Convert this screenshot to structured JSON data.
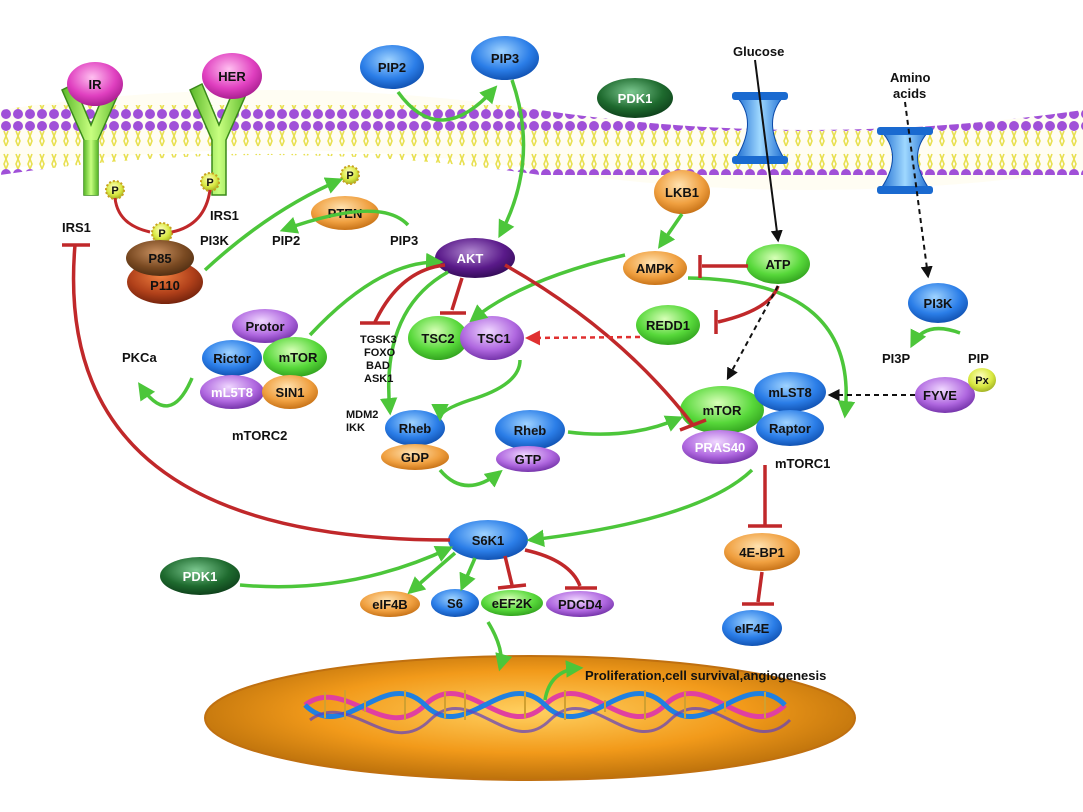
{
  "nodes": {
    "ir": "IR",
    "her": "HER",
    "pip2_top": "PIP2",
    "pip3_top": "PIP3",
    "pdk1_top": "PDK1",
    "p85": "P85",
    "p110": "P110",
    "pten": "PTEN",
    "akt": "AKT",
    "lkb1": "LKB1",
    "ampk": "AMPK",
    "atp": "ATP",
    "redd1": "REDD1",
    "tsc2": "TSC2",
    "tsc1": "TSC1",
    "protor": "Protor",
    "rictor": "Rictor",
    "mtor_c2": "mTOR",
    "ml5t8": "mL5T8",
    "sin1": "SIN1",
    "rheb_gdp": "Rheb",
    "gdp": "GDP",
    "rheb_gtp": "Rheb",
    "gtp": "GTP",
    "mtor_c1": "mTOR",
    "mlst8": "mLST8",
    "raptor": "Raptor",
    "pras40": "PRAS40",
    "pi3k_right": "PI3K",
    "fyve": "FYVE",
    "px": "Px",
    "s6k1": "S6K1",
    "pdk1_bottom": "PDK1",
    "eif4b": "eIF4B",
    "s6": "S6",
    "eef2k": "eEF2K",
    "pdcd4": "PDCD4",
    "ebp1": "4E-BP1",
    "eif4e": "eIF4E",
    "p_left": "P",
    "p_right": "P",
    "p_center": "P",
    "p_pip": "P"
  },
  "labels": {
    "glucose": "Glucose",
    "amino": "Amino",
    "acids": "acids",
    "irs1_left": "IRS1",
    "irs1_right": "IRS1",
    "pi3k_left": "PI3K",
    "pip2_mid": "PIP2",
    "pip3_mid": "PIP3",
    "pkca": "PKCa",
    "mtorc2": "mTORC2",
    "mtorc1": "mTORC1",
    "tgsk3": "TGSK3",
    "foxo": "FOXO",
    "bad": "BAD",
    "ask1": "ASK1",
    "mdm2": "MDM2",
    "ikk": "IKK",
    "pi3p": "PI3P",
    "pip": "PIP",
    "proliferation": "Proliferation,cell survival,angiogenesis"
  },
  "colors": {
    "activation": "#4cc63a",
    "inhibition": "#c0282a",
    "membrane_head": "#9a4fd0",
    "membrane_tail": "#d8d84a",
    "nucleus": "#f29a1a"
  }
}
